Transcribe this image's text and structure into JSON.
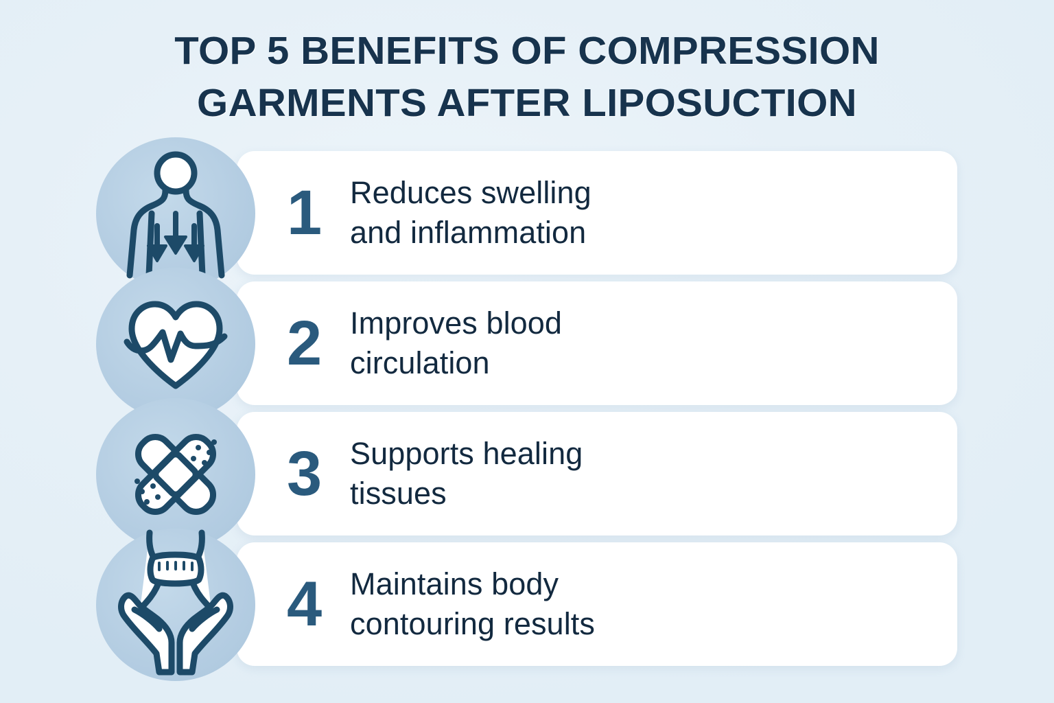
{
  "header": {
    "title_line1": "TOP 5 BENEFITS OF COMPRESSION",
    "title_line2": "GARMENTS AFTER LIPOSUCTION",
    "title_full": "TOP 5 BENEFITS OF COMPRESSION GARMENTS AFTER LIPOSUCTION"
  },
  "colors": {
    "background": "#e6f0f7",
    "card": "#ffffff",
    "circle": "#b4cde2",
    "icon_stroke": "#1d4a68",
    "number": "#2a5a7d",
    "title_text": "#17334d",
    "body_text": "#12293f"
  },
  "benefits": [
    {
      "number": "1",
      "text": "Reduces swelling and inflammation",
      "line1": "Reduces swelling",
      "line2": "and inflammation",
      "icon": "body-downward-arrows-icon"
    },
    {
      "number": "2",
      "text": "Improves blood circulation",
      "line1": "Improves blood",
      "line2": "circulation",
      "icon": "heart-pulse-icon"
    },
    {
      "number": "3",
      "text": "Supports healing tissues",
      "line1": "Supports healing",
      "line2": "tissues",
      "icon": "crossed-bandages-icon"
    },
    {
      "number": "4",
      "text": "Maintains body contouring results",
      "line1": "Maintains body",
      "line2": "contouring results",
      "icon": "hands-waist-measuring-tape-icon"
    }
  ]
}
